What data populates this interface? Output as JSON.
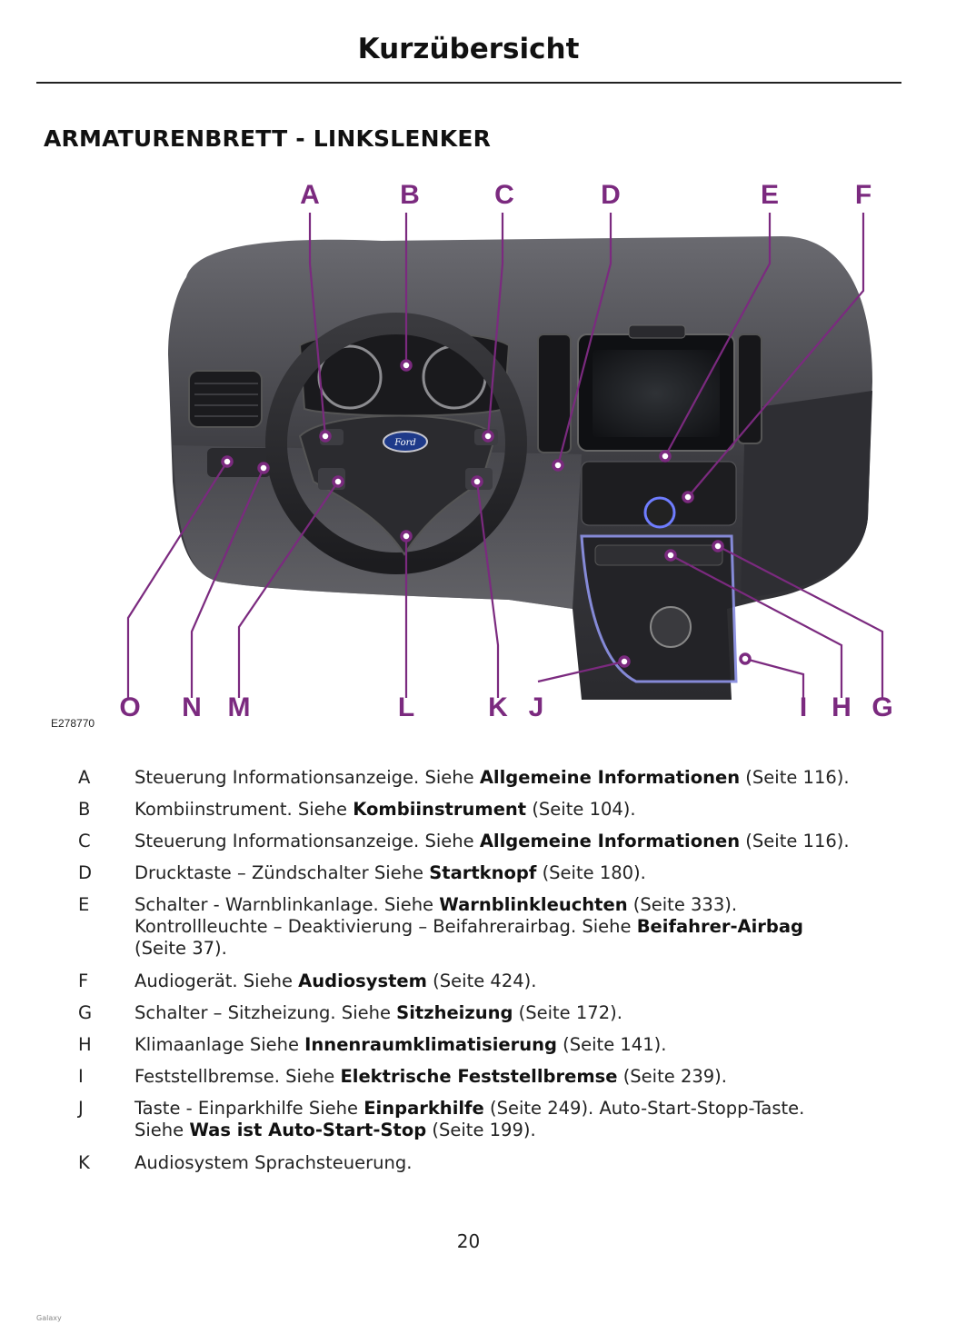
{
  "header": {
    "title": "Kurzübersicht"
  },
  "section": {
    "title": "ARMATURENBRETT - LINKSLENKER"
  },
  "figure": {
    "code": "E278770",
    "callout_color": "#7b2a7f",
    "callouts": [
      "A",
      "B",
      "C",
      "D",
      "E",
      "F",
      "G",
      "H",
      "I",
      "J",
      "K",
      "L",
      "M",
      "N",
      "O"
    ],
    "brand_emblem": "Ford"
  },
  "legend": [
    {
      "key": "A",
      "line1": {
        "text": "Steuerung Informationsanzeige. Siehe ",
        "bold": "Allgemeine Informationen",
        "after": " (Seite 116)."
      }
    },
    {
      "key": "B",
      "line1": {
        "text": "Kombiinstrument. Siehe ",
        "bold": "Kombiinstrument",
        "after": " (Seite 104)."
      }
    },
    {
      "key": "C",
      "line1": {
        "text": "Steuerung Informationsanzeige. Siehe ",
        "bold": "Allgemeine Informationen",
        "after": " (Seite 116)."
      }
    },
    {
      "key": "D",
      "line1": {
        "text": "Drucktaste – Zündschalter Siehe ",
        "bold": "Startknopf",
        "after": " (Seite 180)."
      }
    },
    {
      "key": "E",
      "line1": {
        "text": "Schalter - Warnblinkanlage.  Siehe ",
        "bold": "Warnblinkleuchten",
        "after": " (Seite 333)."
      },
      "line2": {
        "text": "Kontrollleuchte – Deaktivierung – Beifahrerairbag. Siehe ",
        "bold": "Beifahrer-Airbag",
        "after": ""
      },
      "line3": {
        "text": "(Seite 37).",
        "bold": "",
        "after": ""
      }
    },
    {
      "key": "F",
      "line1": {
        "text": "Audiogerät. Siehe ",
        "bold": "Audiosystem",
        "after": " (Seite 424)."
      }
    },
    {
      "key": "G",
      "line1": {
        "text": "Schalter – Sitzheizung. Siehe ",
        "bold": "Sitzheizung",
        "after": " (Seite 172)."
      }
    },
    {
      "key": "H",
      "line1": {
        "text": "Klimaanlage Siehe ",
        "bold": "Innenraumklimatisierung",
        "after": " (Seite 141)."
      }
    },
    {
      "key": "I",
      "line1": {
        "text": "Feststellbremse. Siehe ",
        "bold": "Elektrische Feststellbremse",
        "after": " (Seite 239)."
      }
    },
    {
      "key": "J",
      "line1": {
        "text": "Taste - Einparkhilfe  Siehe ",
        "bold": "Einparkhilfe",
        "after": " (Seite 249). Auto-Start-Stopp-Taste."
      },
      "line2": {
        "text": "Siehe ",
        "bold": "Was ist Auto-Start-Stop",
        "after": " (Seite 199)."
      }
    },
    {
      "key": "K",
      "line1": {
        "text": "Audiosystem Sprachsteuerung.",
        "bold": "",
        "after": ""
      }
    }
  ],
  "page": {
    "number": "20"
  },
  "footer": {
    "note": "Galaxy"
  }
}
